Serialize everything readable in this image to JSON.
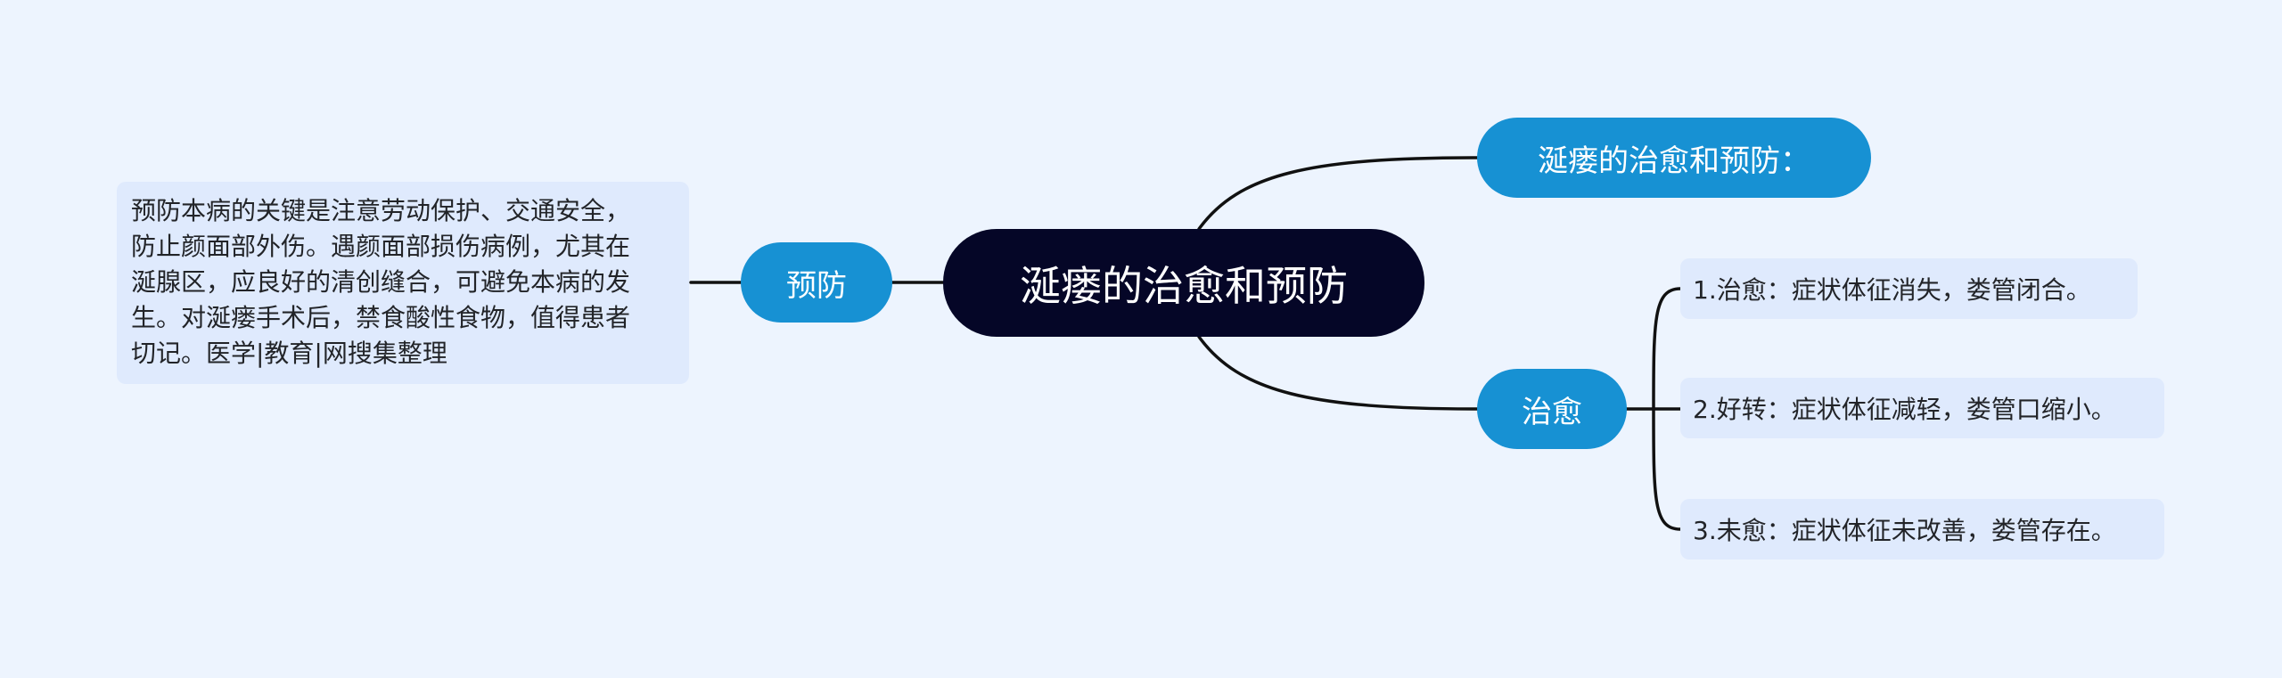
{
  "colors": {
    "background": "#edf4fe",
    "root": "#050627",
    "branch": "#1791d3",
    "leaf": "#dfeafd",
    "line": "#111111"
  },
  "mindmap": {
    "root": "涎瘘的治愈和预防",
    "branches": {
      "top": "涎瘘的治愈和预防：",
      "cure": {
        "label": "治愈",
        "items": [
          "1.治愈：症状体征消失，娄管闭合。",
          "2.好转：症状体征减轻，娄管口缩小。",
          "3.未愈：症状体征未改善，娄管存在。"
        ]
      },
      "prevention": {
        "label": "预防",
        "note": "预防本病的关键是注意劳动保护、交通安全，\n防止颜面部外伤。遇颜面部损伤病例，尤其在\n涎腺区，应良好的清创缝合，可避免本病的发\n生。对涎瘘手术后，禁食酸性食物，值得患者\n切记。医学|教育|网搜集整理"
      }
    }
  }
}
